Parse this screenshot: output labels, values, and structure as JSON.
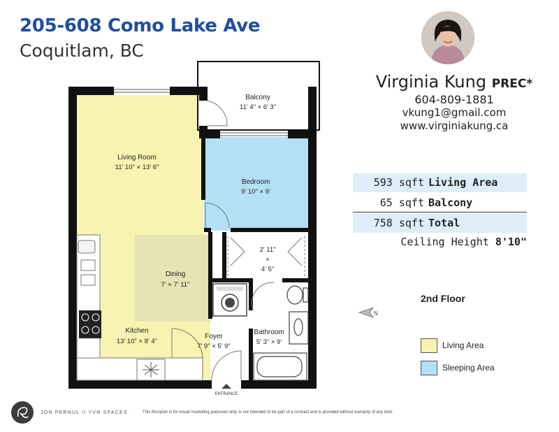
{
  "header": {
    "address": "205-608 Como Lake Ave",
    "city": "Coquitlam, BC"
  },
  "agent": {
    "name": "Virginia Kung",
    "credential": "PREC*",
    "phone": "604-809-1881",
    "email": "vkung1@gmail.com",
    "website": "www.virginiakung.ca"
  },
  "stats": [
    {
      "value": "593 sqft",
      "label": "Living Area"
    },
    {
      "value": "65 sqft",
      "label": "Balcony"
    },
    {
      "value": "758 sqft",
      "label": "Total"
    }
  ],
  "ceiling": {
    "label": "Ceiling Height",
    "value": "8'10\""
  },
  "floor": "2nd Floor",
  "legend": [
    {
      "label": "Living Area",
      "color": "#f8f3b0"
    },
    {
      "label": "Sleeping Area",
      "color": "#b3e0f5"
    }
  ],
  "rooms": {
    "balcony": {
      "name": "Balcony",
      "dims": "11' 4\" × 6' 3\""
    },
    "living": {
      "name": "Living Room",
      "dims": "11' 10\" × 13' 6\""
    },
    "bedroom": {
      "name": "Bedroom",
      "dims": "9' 10\" × 9'"
    },
    "dining": {
      "name": "Dining",
      "dims": "7' × 7' 11\""
    },
    "closet": {
      "w": "2' 11\"",
      "x": "×",
      "h": "4' 5\""
    },
    "kitchen": {
      "name": "Kitchen",
      "dims": "13' 10\" × 8' 4\""
    },
    "foyer": {
      "name": "Foyer",
      "dims": "7' 9\" × 5' 9\""
    },
    "bathroom": {
      "name": "Bathroom",
      "dims": "5' 3\" × 9'"
    }
  },
  "entrance": "ENTRANCE",
  "compass_letter": "N",
  "colors": {
    "living": "#f8f3b0",
    "sleeping": "#b3e0f5",
    "dining": "#e6e3b4",
    "stat_highlight": "#ddeefa",
    "title": "#1f4e9c",
    "wall": "#111111"
  },
  "footer": {
    "brand": "JON PERNUL // YVR SPACES",
    "separator": "·",
    "disclaimer": "This floorplan is for visual marketing purposes only, is not intended to be part of a contract and is provided without warranty of any kind."
  }
}
